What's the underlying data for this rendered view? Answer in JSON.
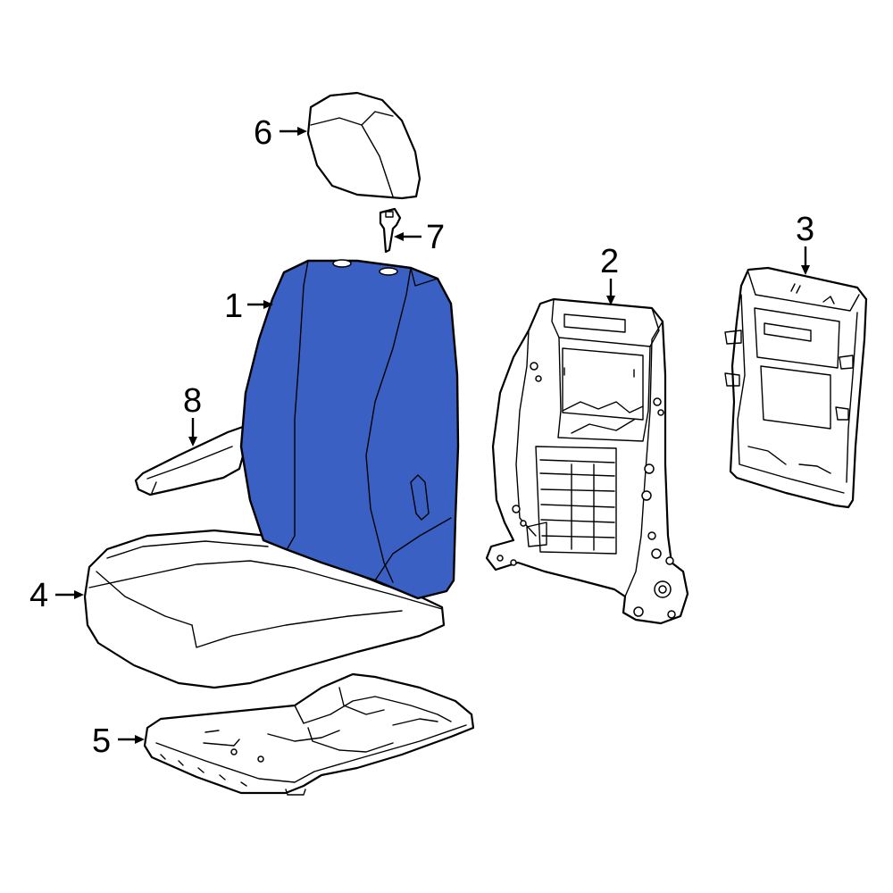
{
  "highlight_color": "#3a60c4",
  "callouts": [
    {
      "id": "c1",
      "label": "1"
    },
    {
      "id": "c2",
      "label": "2"
    },
    {
      "id": "c3",
      "label": "3"
    },
    {
      "id": "c4",
      "label": "4"
    },
    {
      "id": "c5",
      "label": "5"
    },
    {
      "id": "c6",
      "label": "6"
    },
    {
      "id": "c7",
      "label": "7"
    },
    {
      "id": "c8",
      "label": "8"
    }
  ],
  "parts": [
    {
      "callout": "1",
      "name": "seat-back-cushion",
      "highlighted": true
    },
    {
      "callout": "2",
      "name": "seat-back-frame",
      "highlighted": false
    },
    {
      "callout": "3",
      "name": "seat-back-panel",
      "highlighted": false
    },
    {
      "callout": "4",
      "name": "seat-cushion",
      "highlighted": false
    },
    {
      "callout": "5",
      "name": "seat-cushion-pan",
      "highlighted": false
    },
    {
      "callout": "6",
      "name": "headrest",
      "highlighted": false
    },
    {
      "callout": "7",
      "name": "headrest-guide",
      "highlighted": false
    },
    {
      "callout": "8",
      "name": "armrest",
      "highlighted": false
    }
  ]
}
